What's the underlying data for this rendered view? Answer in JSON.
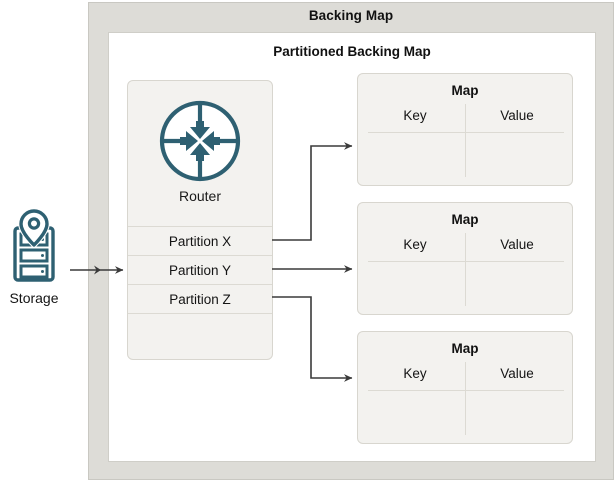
{
  "diagram": {
    "outer_panel": {
      "title": "Backing Map"
    },
    "inner_panel": {
      "title": "Partitioned Backing Map"
    },
    "storage": {
      "label": "Storage",
      "icon": "storage-server-pin-icon",
      "color": "#2e6072"
    },
    "router": {
      "label": "Router",
      "icon": "router-converging-arrows-icon",
      "color": "#2e6072",
      "partitions": [
        {
          "label": "Partition X"
        },
        {
          "label": "Partition Y"
        },
        {
          "label": "Partition Z"
        },
        {
          "label": ""
        }
      ]
    },
    "maps": [
      {
        "title": "Map",
        "key_header": "Key",
        "value_header": "Value"
      },
      {
        "title": "Map",
        "key_header": "Key",
        "value_header": "Value"
      },
      {
        "title": "Map",
        "key_header": "Key",
        "value_header": "Value"
      }
    ],
    "colors": {
      "outer_panel_bg": "#dddcd7",
      "inner_panel_bg": "#ffffff",
      "card_bg": "#f3f2ef",
      "card_border": "#d8d6cf",
      "rule": "#dcdad3",
      "accent": "#2e6072",
      "connector": "#3a3a3a",
      "text": "#111111"
    }
  }
}
